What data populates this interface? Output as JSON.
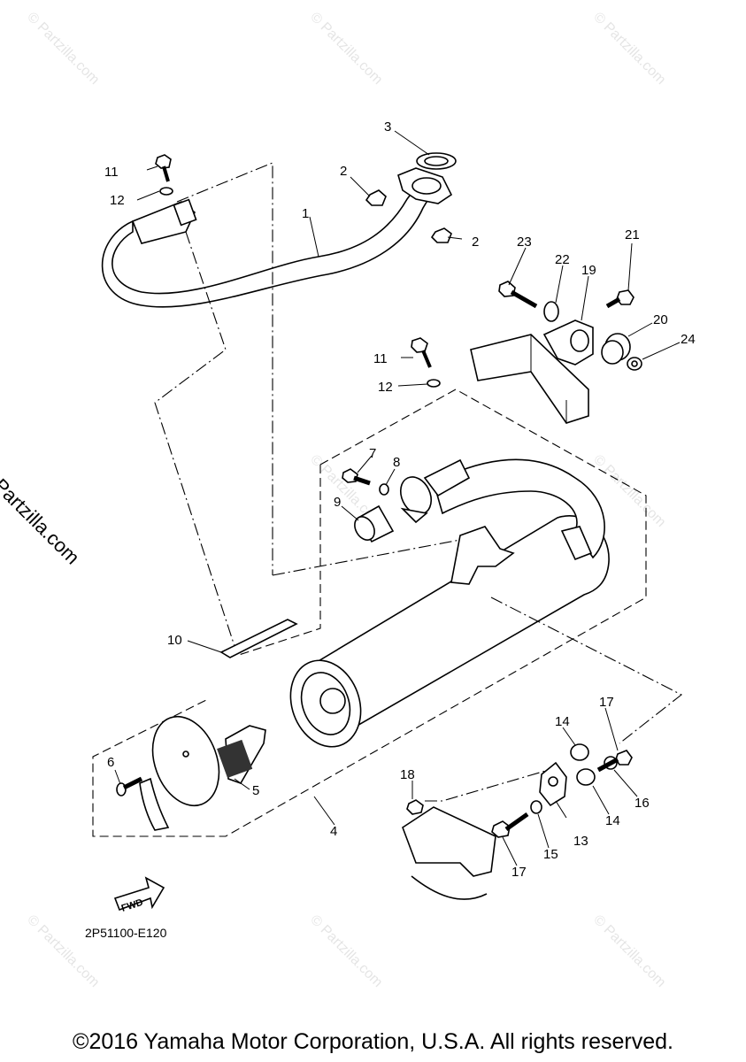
{
  "footer": {
    "copyright": "©2016 Yamaha Motor Corporation, U.S.A. All rights reserved."
  },
  "diagram_code": "2P51100-E120",
  "fwd_badge": "FWD",
  "side_watermark": "© Partzilla.com",
  "tile_watermark": "© Partzilla.com",
  "callouts": {
    "c1": "1",
    "c2a": "2",
    "c2b": "2",
    "c3": "3",
    "c4": "4",
    "c5": "5",
    "c6": "6",
    "c7": "7",
    "c8": "8",
    "c9": "9",
    "c10": "10",
    "c11a": "11",
    "c11b": "11",
    "c12a": "12",
    "c12b": "12",
    "c13": "13",
    "c14a": "14",
    "c14b": "14",
    "c15": "15",
    "c16": "16",
    "c17a": "17",
    "c17b": "17",
    "c18": "18",
    "c19": "19",
    "c20": "20",
    "c21": "21",
    "c22": "22",
    "c23": "23",
    "c24": "24"
  }
}
